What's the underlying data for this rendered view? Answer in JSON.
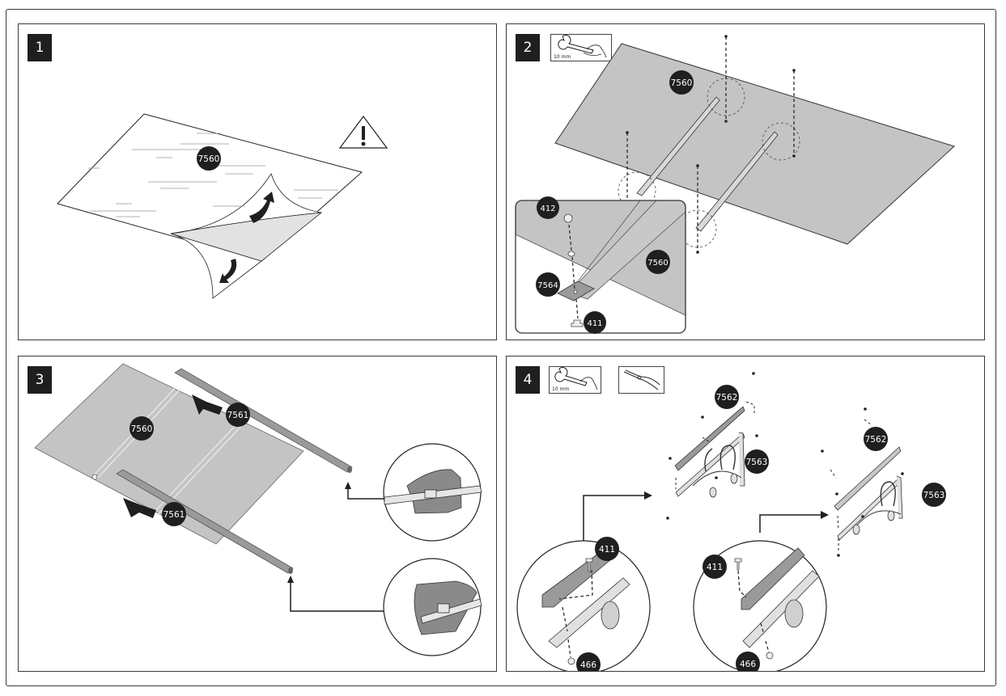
{
  "document": {
    "type": "assembly-instructions",
    "steps": [
      {
        "number": "1",
        "warning_icon": "warning-triangle-icon",
        "action": "peel-protective-film",
        "parts": [
          {
            "id": "7560"
          }
        ]
      },
      {
        "number": "2",
        "tools": [
          {
            "icon": "wrench-icon",
            "label": "10 mm"
          }
        ],
        "parts": [
          {
            "id": "7560"
          }
        ],
        "detail": {
          "parts": [
            "412",
            "7564",
            "7560",
            "411"
          ]
        }
      },
      {
        "number": "3",
        "parts": [
          {
            "id": "7560"
          },
          {
            "id": "7561"
          },
          {
            "id": "7561"
          }
        ],
        "details": [
          "end-cap-detail-top",
          "end-cap-detail-bottom"
        ]
      },
      {
        "number": "4",
        "tools": [
          {
            "icon": "wrench-icon",
            "label": "10 mm"
          },
          {
            "icon": "pliers-icon",
            "label": ""
          }
        ],
        "parts": [
          {
            "id": "7562"
          },
          {
            "id": "7563"
          },
          {
            "id": "7562"
          },
          {
            "id": "7563"
          }
        ],
        "details": [
          {
            "parts": [
              "411",
              "466"
            ]
          },
          {
            "parts": [
              "411",
              "466"
            ]
          }
        ]
      }
    ]
  },
  "labels": {
    "s1": {
      "num": "1",
      "sheet": "7560"
    },
    "s2": {
      "num": "2",
      "tool": "10 mm",
      "sheet": "7560",
      "d412": "412",
      "d7564": "7564",
      "d7560": "7560",
      "d411": "411"
    },
    "s3": {
      "num": "3",
      "sheet": "7560",
      "rod_top": "7561",
      "rod_bottom": "7561"
    },
    "s4": {
      "num": "4",
      "tool": "10 mm",
      "rail_a": "7562",
      "bracket_a": "7563",
      "rail_b": "7562",
      "bracket_b": "7563",
      "dl_bolt": "411",
      "dl_nut": "466",
      "dr_bolt": "411",
      "dr_nut": "466"
    }
  },
  "colors": {
    "ink": "#1f1f1f",
    "sheet_gray": "#c4c4c4",
    "part_gray": "#9a9a9a",
    "light_gray": "#e2e2e2"
  }
}
